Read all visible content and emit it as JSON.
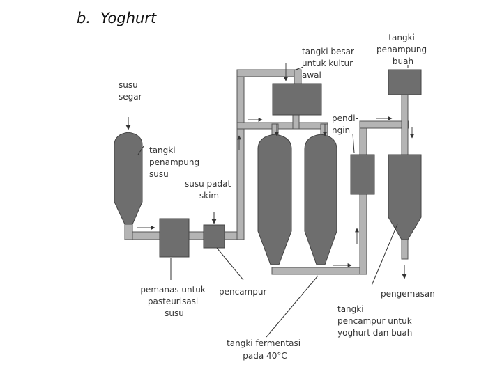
{
  "heading": {
    "number": "b.",
    "title": "Yoghurt"
  },
  "labels": {
    "fresh_milk": [
      "susu",
      "segar"
    ],
    "milk_tank": [
      "tangki",
      "penampung",
      "susu"
    ],
    "skim_milk": [
      "susu padat",
      "skim"
    ],
    "heater": [
      "pemanas untuk",
      "pasteurisasi",
      "susu"
    ],
    "mixer": [
      "pencampur"
    ],
    "culture_tank": [
      "tangki besar",
      "untuk kultur",
      "awal"
    ],
    "cooler": [
      "pendi-",
      "ngin"
    ],
    "fruit_tank": [
      "tangki",
      "penampung",
      "buah"
    ],
    "packaging": [
      "pengemasan"
    ],
    "mix_tank": [
      "tangki",
      "pencampur untuk",
      "yoghurt dan buah"
    ],
    "fermentation_tank": [
      "tangki fermentasi",
      "pada 40°C"
    ]
  }
}
